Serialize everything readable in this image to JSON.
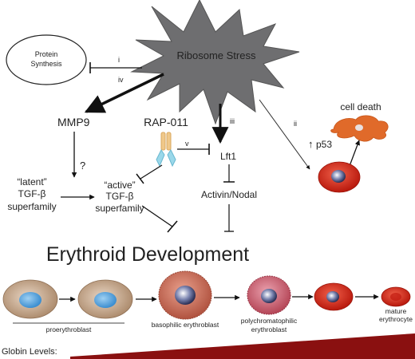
{
  "stress": {
    "label": "Ribosome Stress"
  },
  "protein_synthesis": {
    "line1": "Protein",
    "line2": "Synthesis"
  },
  "pathway_labels": {
    "i": "i",
    "ii": "ii",
    "iii": "iii",
    "iv": "iv",
    "v": "v"
  },
  "mmp9": "MMP9",
  "rap011": "RAP-011",
  "lft1": "Lft1",
  "activin": "Activin/Nodal",
  "question": "?",
  "latent": {
    "line1": "“latent”",
    "line2": "TGF-β",
    "line3": "superfamily"
  },
  "active": {
    "line1": "“active”",
    "line2": "TGF-β",
    "line3": "superfamily"
  },
  "p53": "p53",
  "cell_death": "cell death",
  "title": "Erythroid Development",
  "stages": {
    "proerythroblast": "proerythroblast",
    "basophilic": "basophilic erythroblast",
    "poly_line1": "polychromatophilic",
    "poly_line2": "erythroblast",
    "mature_line1": "mature",
    "mature_line2": "erythrocyte"
  },
  "globin": "Globin Levels:",
  "colors": {
    "stress_fill": "#6e6e70",
    "arrow": "#111111",
    "proerythro": "#c9a98e",
    "proerythro_nucleus": "#5fa8df",
    "basophilic": "#c96a55",
    "poly": "#c45a6a",
    "mature": "#d92a1a",
    "death": "#e06a2a",
    "globin_wedge": "#8a1010"
  }
}
